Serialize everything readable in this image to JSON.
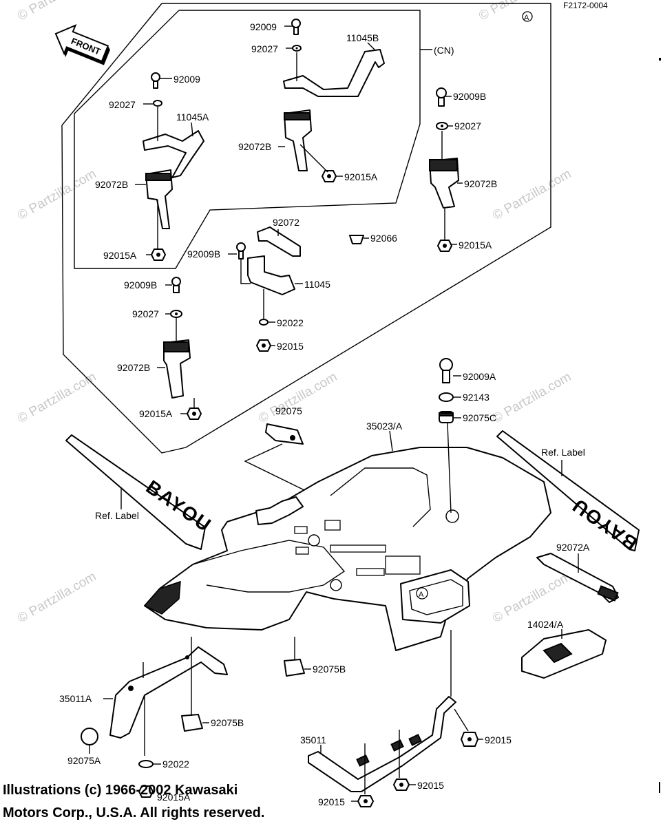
{
  "header": {
    "figure_number": "F2172-0004",
    "region_marker": "A"
  },
  "front_arrow": {
    "label": "FRONT"
  },
  "callouts": [
    {
      "id": "92009_a",
      "label": "92009"
    },
    {
      "id": "92027_a",
      "label": "92027"
    },
    {
      "id": "11045B",
      "label": "11045B"
    },
    {
      "id": "CN",
      "label": "(CN)"
    },
    {
      "id": "92009_b",
      "label": "92009"
    },
    {
      "id": "92027_b",
      "label": "92027"
    },
    {
      "id": "11045A",
      "label": "11045A"
    },
    {
      "id": "92072B_a",
      "label": "92072B"
    },
    {
      "id": "92072B_b",
      "label": "92072B"
    },
    {
      "id": "92015A_a",
      "label": "92015A"
    },
    {
      "id": "92015A_b",
      "label": "92015A"
    },
    {
      "id": "92009B_a",
      "label": "92009B"
    },
    {
      "id": "92027_c",
      "label": "92027"
    },
    {
      "id": "92072B_c",
      "label": "92072B"
    },
    {
      "id": "92015A_c",
      "label": "92015A"
    },
    {
      "id": "92072",
      "label": "92072"
    },
    {
      "id": "92066",
      "label": "92066"
    },
    {
      "id": "92009B_b",
      "label": "92009B"
    },
    {
      "id": "11045",
      "label": "11045"
    },
    {
      "id": "92022_a",
      "label": "92022"
    },
    {
      "id": "92015_a",
      "label": "92015"
    },
    {
      "id": "92009B_c",
      "label": "92009B"
    },
    {
      "id": "92027_d",
      "label": "92027"
    },
    {
      "id": "92072B_d",
      "label": "92072B"
    },
    {
      "id": "92015A_d",
      "label": "92015A"
    },
    {
      "id": "92075",
      "label": "92075"
    },
    {
      "id": "35023A",
      "label": "35023/A"
    },
    {
      "id": "92009A",
      "label": "92009A"
    },
    {
      "id": "92143",
      "label": "92143"
    },
    {
      "id": "92075C",
      "label": "92075C"
    },
    {
      "id": "ref_label_left",
      "label": "Ref. Label"
    },
    {
      "id": "ref_label_right",
      "label": "Ref. Label"
    },
    {
      "id": "92072A",
      "label": "92072A"
    },
    {
      "id": "14024A",
      "label": "14024/A"
    },
    {
      "id": "92075B_a",
      "label": "92075B"
    },
    {
      "id": "35011A",
      "label": "35011A"
    },
    {
      "id": "92075B_b",
      "label": "92075B"
    },
    {
      "id": "92075A",
      "label": "92075A"
    },
    {
      "id": "92022_b",
      "label": "92022"
    },
    {
      "id": "92015A_e",
      "label": "92015A"
    },
    {
      "id": "35011",
      "label": "35011"
    },
    {
      "id": "92015_b",
      "label": "92015"
    },
    {
      "id": "92015_c",
      "label": "92015"
    },
    {
      "id": "92015_d",
      "label": "92015"
    }
  ],
  "fender_marker": "A",
  "decal_text": "BAYOU",
  "watermark": "© Partzilla.com",
  "copyright": {
    "line1": "Illustrations (c) 1966-2002 Kawasaki",
    "line2": "Motors Corp., U.S.A.  All rights reserved."
  }
}
